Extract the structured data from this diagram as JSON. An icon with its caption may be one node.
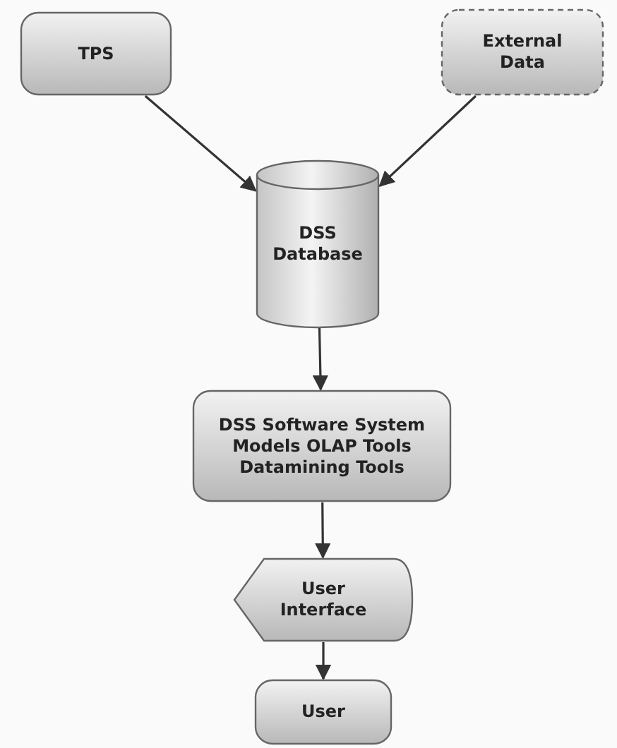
{
  "diagram": {
    "nodes": [
      {
        "text": [
          "TPS"
        ]
      },
      {
        "text": [
          "External Data"
        ]
      },
      {
        "text": [
          "DSS Database"
        ]
      },
      {
        "text": [
          "DSS Software System Models OLAP Tools Datamining Tools"
        ]
      },
      {
        "text": [
          "User Interface"
        ]
      },
      {
        "text": [
          "User"
        ]
      }
    ],
    "edges": [
      {
        "from": 0,
        "to": 2,
        "arrow": "to"
      },
      {
        "from": 1,
        "to": 2,
        "arrow": "to"
      },
      {
        "from": 2,
        "to": 3,
        "arrow": "to"
      },
      {
        "from": 3,
        "to": 4,
        "arrow": "to"
      },
      {
        "from": 4,
        "to": 5,
        "arrow": "to"
      }
    ]
  }
}
